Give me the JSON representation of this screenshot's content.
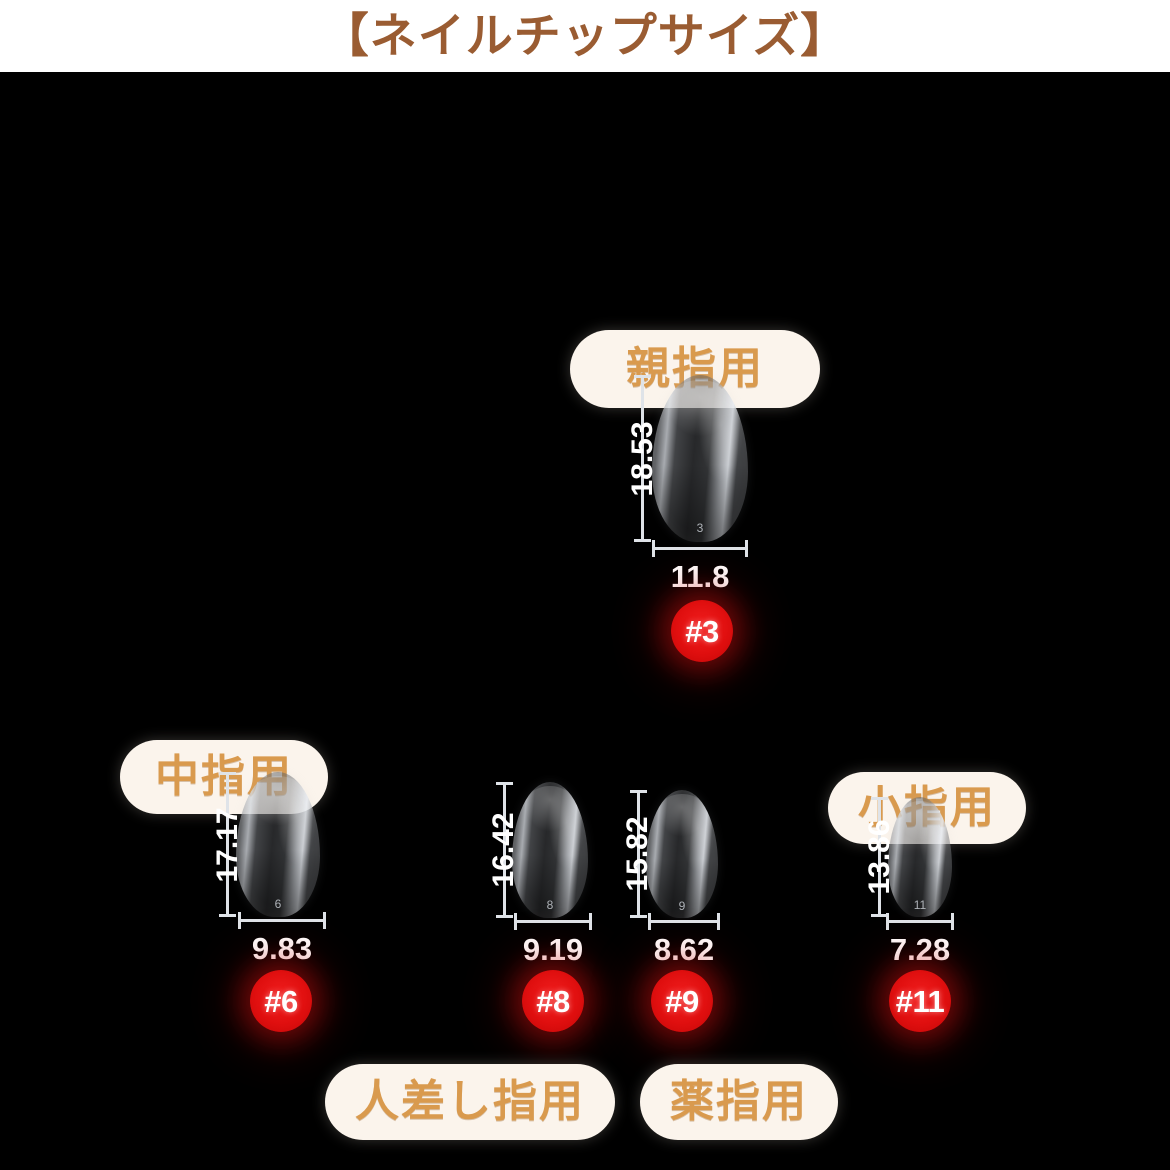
{
  "header": {
    "title": "【ネイルチップサイズ】",
    "title_color": "#9a5c32",
    "background_color": "#ffffff"
  },
  "stage": {
    "background_color": "#000000"
  },
  "labels": {
    "thumb": "親指用",
    "middle": "中指用",
    "pinky": "小指用",
    "index": "人差し指用",
    "ring": "薬指用",
    "pill_background_color": "#fbf4ec",
    "pill_text_color": "#d99a4e"
  },
  "badge_color": "#e61414",
  "chart_data": {
    "type": "table",
    "title": "【ネイルチップサイズ】",
    "columns": [
      "size_number",
      "finger_label",
      "length_mm",
      "width_mm"
    ],
    "unit": "mm",
    "rows": [
      {
        "size_number": "#3",
        "finger_label": "親指用",
        "length_mm": "18.53",
        "width_mm": "11.8",
        "nail_mark": "3"
      },
      {
        "size_number": "#6",
        "finger_label": "中指用",
        "length_mm": "17.17",
        "width_mm": "9.83",
        "nail_mark": "6"
      },
      {
        "size_number": "#8",
        "finger_label": "人差し指用",
        "length_mm": "16.42",
        "width_mm": "9.19",
        "nail_mark": "8"
      },
      {
        "size_number": "#9",
        "finger_label": "薬指用",
        "length_mm": "15.82",
        "width_mm": "8.62",
        "nail_mark": "9"
      },
      {
        "size_number": "#11",
        "finger_label": "小指用",
        "length_mm": "13.86",
        "width_mm": "7.28",
        "nail_mark": "11"
      }
    ]
  },
  "chips": {
    "thumb": {
      "height_label": "18.53",
      "width_label": "11.8",
      "badge": "#3",
      "mark": "3"
    },
    "middle": {
      "height_label": "17.17",
      "width_label": "9.83",
      "badge": "#6",
      "mark": "6"
    },
    "index": {
      "height_label": "16.42",
      "width_label": "9.19",
      "badge": "#8",
      "mark": "8"
    },
    "ring": {
      "height_label": "15.82",
      "width_label": "8.62",
      "badge": "#9",
      "mark": "9"
    },
    "pinky": {
      "height_label": "13.86",
      "width_label": "7.28",
      "badge": "#11",
      "mark": "11"
    }
  }
}
